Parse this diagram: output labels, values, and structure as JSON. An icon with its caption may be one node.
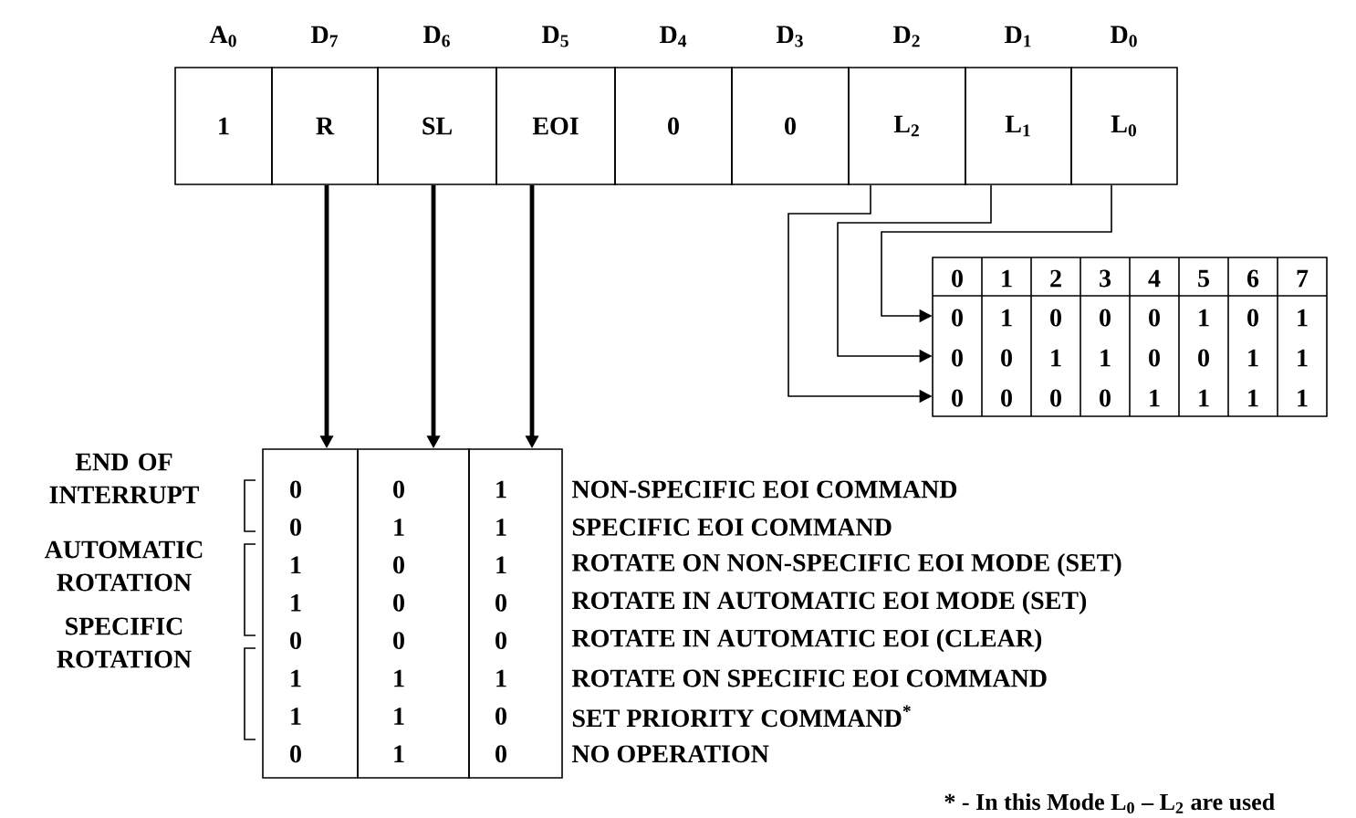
{
  "diagram": {
    "nodes": [
      {
        "text": [
          "A$_{0}$",
          "1"
        ]
      },
      {
        "text": [
          "D$_{7}$",
          "R"
        ]
      },
      {
        "text": [
          "D$_{6}$",
          "SL"
        ]
      },
      {
        "text": [
          "D$_{5}$",
          "EOI"
        ]
      },
      {
        "text": [
          "D$_{4}$",
          "0"
        ]
      },
      {
        "text": [
          "D$_{3}$",
          "0"
        ]
      },
      {
        "text": [
          "D$_{2}$",
          "L$_{2}$"
        ]
      },
      {
        "text": [
          "D$_{1}$",
          "L$_{1}$"
        ]
      },
      {
        "text": [
          "D$_{0}$",
          "L$_{0}$"
        ]
      },
      {
        "text": [
          "0",
          "0",
          "1",
          "1",
          "0",
          "1",
          "1",
          "0"
        ]
      },
      {
        "text": [
          "0",
          "1",
          "0",
          "0",
          "0",
          "1",
          "1",
          "1"
        ]
      },
      {
        "text": [
          "1",
          "1",
          "1",
          "0",
          "0",
          "1",
          "0",
          "0"
        ]
      },
      {
        "text": [
          "0",
          "1",
          "2",
          "3",
          "4",
          "5",
          "6",
          "7"
        ]
      },
      {
        "text": [
          "0",
          "1",
          "0",
          "0",
          "0",
          "1",
          "0",
          "1"
        ]
      },
      {
        "text": [
          "0",
          "0",
          "1",
          "1",
          "0",
          "0",
          "1",
          "1"
        ]
      },
      {
        "text": [
          "0",
          "0",
          "0",
          "0",
          "1",
          "1",
          "1",
          "1"
        ]
      }
    ],
    "edges": [
      {
        "from": 1,
        "to": 9,
        "arrow": "to",
        "style": "thick"
      },
      {
        "from": 2,
        "to": 10,
        "arrow": "to",
        "style": "thick"
      },
      {
        "from": 3,
        "to": 11,
        "arrow": "to",
        "style": "thick"
      },
      {
        "from": 6,
        "to": 15,
        "arrow": "to"
      },
      {
        "from": 7,
        "to": 14,
        "arrow": "to"
      },
      {
        "from": 8,
        "to": 13,
        "arrow": "to"
      }
    ],
    "labels": [
      "END OF INTERRUPT",
      "AUTOMATIC ROTATION",
      "SPECIFIC ROTATION",
      "NON-SPECIFIC EOI COMMAND",
      "SPECIFIC EOI COMMAND",
      "ROTATE ON NON-SPECIFIC EOI MODE (SET)",
      "ROTATE IN AUTOMATIC EOI MODE (SET)",
      "ROTATE IN AUTOMATIC EOI (CLEAR)",
      "ROTATE ON SPECIFIC EOI COMMAND",
      "SET PRIORITY COMMAND$^{*}$",
      "NO OPERATION",
      "* - In this Mode L$_{0}$ – L$_{2}$ are used"
    ]
  }
}
